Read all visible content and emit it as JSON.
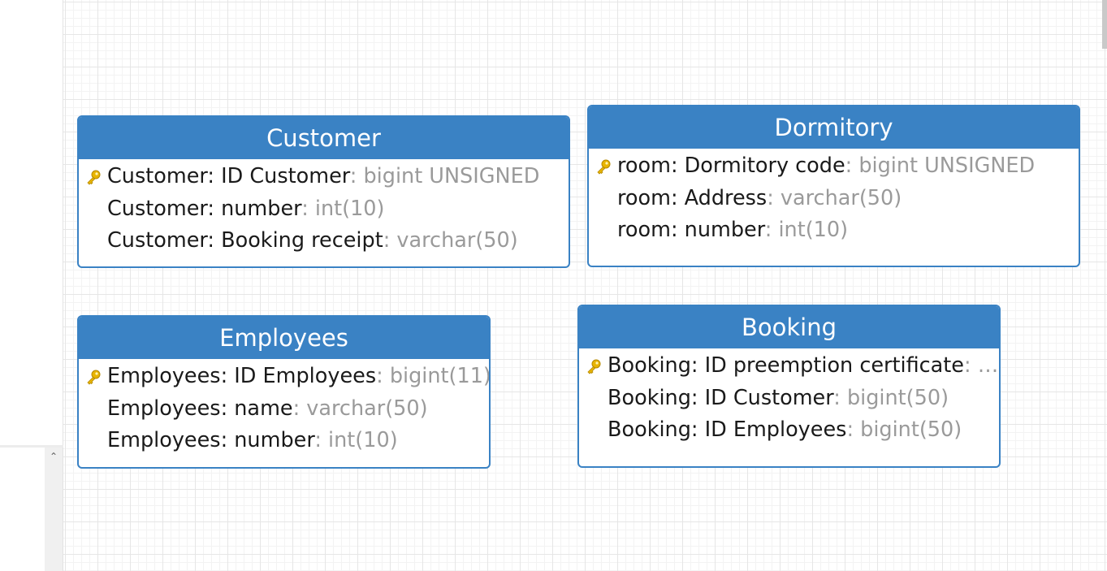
{
  "entities": {
    "customer": {
      "title": "Customer",
      "attributes": [
        {
          "name": "Customer: ID Customer",
          "type": ": bigint UNSIGNED",
          "primary_key": true
        },
        {
          "name": "Customer: number",
          "type": ": int(10)",
          "primary_key": false
        },
        {
          "name": "Customer: Booking receipt",
          "type": ": varchar(50)",
          "primary_key": false
        }
      ]
    },
    "dormitory": {
      "title": "Dormitory",
      "attributes": [
        {
          "name": "room: Dormitory code",
          "type": ": bigint UNSIGNED",
          "primary_key": true
        },
        {
          "name": "room: Address",
          "type": ": varchar(50)",
          "primary_key": false
        },
        {
          "name": "room: number",
          "type": ": int(10)",
          "primary_key": false
        }
      ]
    },
    "employees": {
      "title": "Employees",
      "attributes": [
        {
          "name": "Employees: ID Employees",
          "type": ": bigint(11)",
          "primary_key": true
        },
        {
          "name": "Employees: name",
          "type": ": varchar(50)",
          "primary_key": false
        },
        {
          "name": "Employees: number",
          "type": ": int(10)",
          "primary_key": false
        }
      ]
    },
    "booking": {
      "title": "Booking",
      "attributes": [
        {
          "name": "Booking: ID preemption certificate",
          "type": ": …",
          "primary_key": true
        },
        {
          "name": "Booking: ID Customer",
          "type": ": bigint(50)",
          "primary_key": false
        },
        {
          "name": "Booking: ID Employees",
          "type": ": bigint(50)",
          "primary_key": false
        }
      ]
    }
  },
  "icons": {
    "primary_key": "key-icon",
    "scroll_up": "chevron-up-icon"
  },
  "colors": {
    "header": "#3a82c4",
    "key": "#e8b400",
    "type_text": "#9a9a9a"
  }
}
